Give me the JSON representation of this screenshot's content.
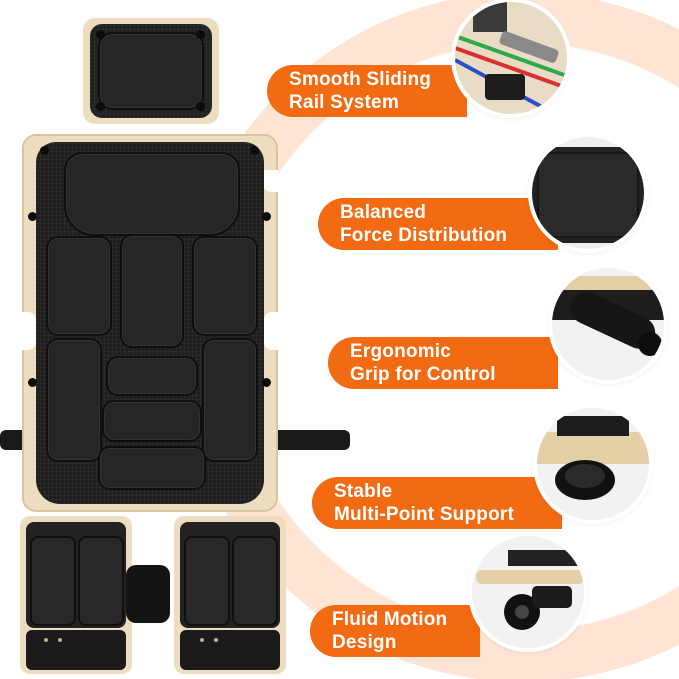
{
  "features": [
    {
      "line1": "Smooth Sliding",
      "line2": "Rail System",
      "icon": "rail-system-icon"
    },
    {
      "line1": "Balanced",
      "line2": "Force Distribution",
      "icon": "cushion-pad-icon"
    },
    {
      "line1": "Ergonomic",
      "line2": "Grip for Control",
      "icon": "grip-handle-icon"
    },
    {
      "line1": "Stable",
      "line2": "Multi-Point Support",
      "icon": "support-foot-icon"
    },
    {
      "line1": "Fluid Motion",
      "line2": "Design",
      "icon": "wheel-icon"
    }
  ],
  "colors": {
    "accent": "#f26a11",
    "pad": "#1f1f1f",
    "wood": "#eddcbe",
    "arc": "#fde4d3"
  }
}
